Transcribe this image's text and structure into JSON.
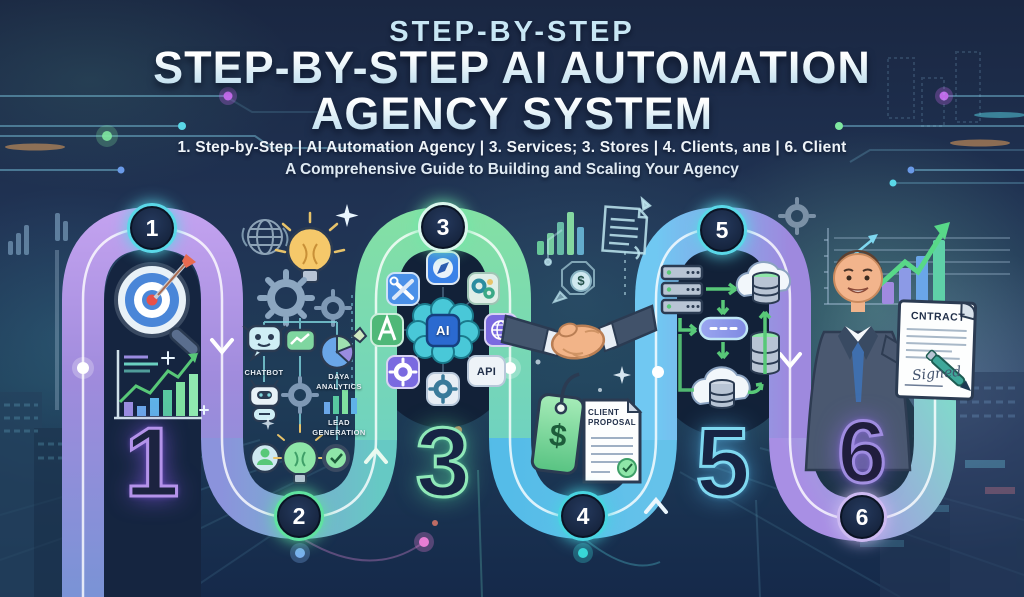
{
  "header": {
    "kicker": "STEP-BY-STEP",
    "title_line1": "STEP-BY-STEP AI AUTOMATION",
    "title_line2": "AGENCY SYSTEM",
    "subtitle": "1. Step-by-Step | AI Automation Agency | 3. Services; 3. Stores | 4. Clients, anв | 6. Client",
    "tagline": "A Comprehensive Guide to Building and Scaling Your Agency"
  },
  "steps": [
    {
      "num": "1"
    },
    {
      "num": "2"
    },
    {
      "num": "3"
    },
    {
      "num": "4"
    },
    {
      "num": "5"
    },
    {
      "num": "6"
    }
  ],
  "labels": {
    "chatbot": "CHATBOT",
    "data_analytics": "DAYA ANALYTICS",
    "lead_generation": "LEAD GENERATION",
    "client_proposal": "CLIENT PROPOSAL",
    "contract_title": "CNTRACT",
    "signature": "Signed",
    "api": "API",
    "ai": "AI",
    "dollar": "$"
  },
  "colors": {
    "background_navy": "#1C2B47",
    "path_purple": "#A98FD8",
    "path_green": "#7DD9A0",
    "path_blue": "#5CB9E8",
    "path_teal": "#66C8C8",
    "badge_ring_cyan": "#5AD8E8",
    "badge_ring_green": "#5FE2A0",
    "badge_ring_purple": "#CDBAF2",
    "arrow_green": "#58C878",
    "title_light": "#D8ECF5"
  },
  "icons": [
    "globe-icon",
    "lightbulb-icon",
    "gear-icon",
    "chatbot-icon",
    "chart-bubble-icon",
    "pie-chart-icon",
    "robot-icon",
    "bar-chart-icon",
    "person-icon",
    "check-gear-icon",
    "target-search-icon",
    "growth-chart-icon",
    "compass-app-icon",
    "tools-app-icon",
    "a-app-icon",
    "network-app-icon",
    "gear-app-icon",
    "api-app-icon",
    "ai-brain-icon",
    "server-icon",
    "cloud-database-icon",
    "database-icon",
    "pill-icon",
    "handshake-icon",
    "price-tag-icon",
    "proposal-document-icon",
    "money-badge-icon",
    "document-icon",
    "contract-document-icon",
    "pen-icon",
    "businessman-figure",
    "sparkle-icon",
    "city-skyline",
    "circuit-traces"
  ]
}
